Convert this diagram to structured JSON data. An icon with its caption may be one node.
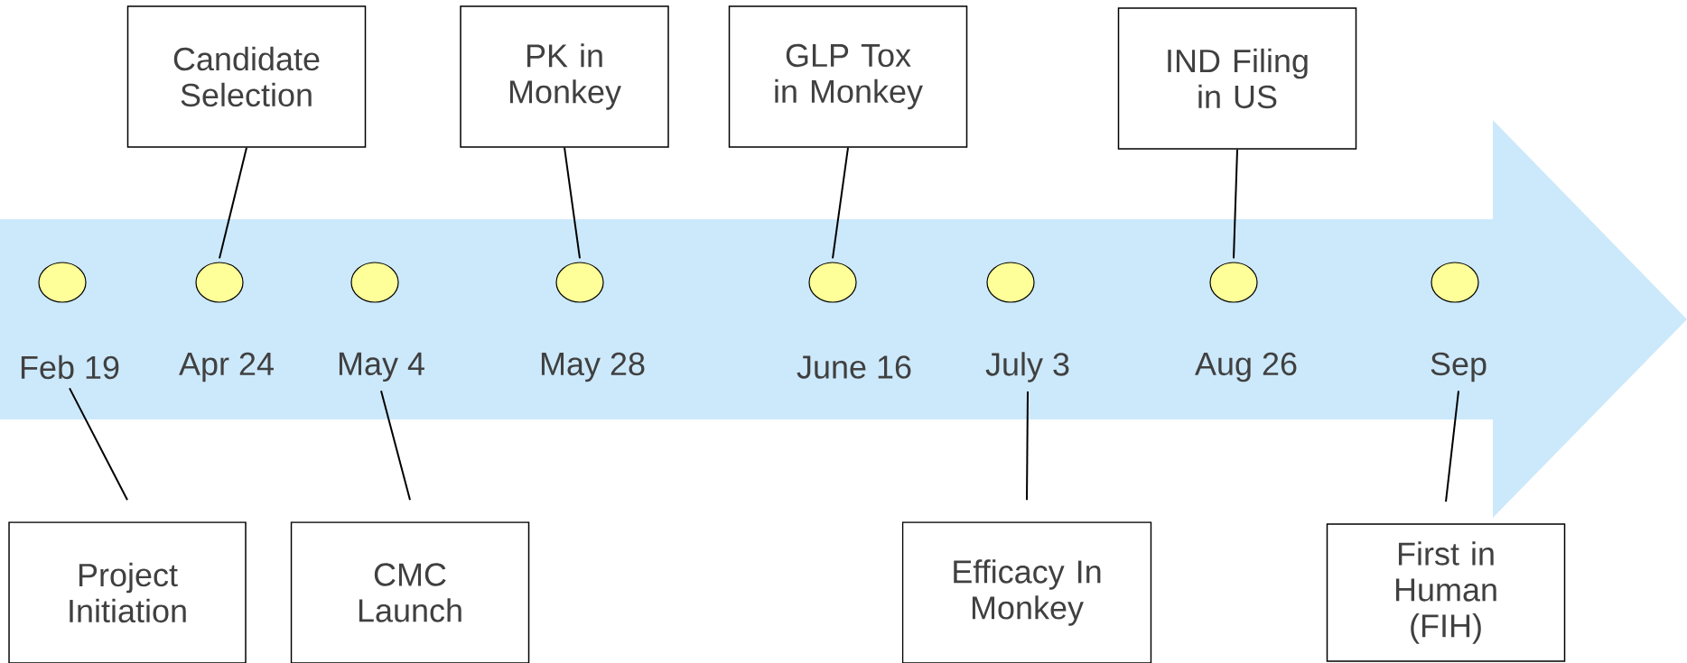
{
  "diagram": {
    "nodes": [
      {
        "text": [
          "Candidate Selection"
        ]
      },
      {
        "text": [
          "PK in Monkey"
        ]
      },
      {
        "text": [
          "GLP Tox in Monkey"
        ]
      },
      {
        "text": [
          "IND Filing in US"
        ]
      },
      {
        "text": [],
        "shape": "circle"
      },
      {
        "text": [],
        "shape": "circle"
      },
      {
        "text": [],
        "shape": "circle"
      },
      {
        "text": [],
        "shape": "circle"
      },
      {
        "text": [],
        "shape": "circle"
      },
      {
        "text": [],
        "shape": "circle"
      },
      {
        "text": [],
        "shape": "circle"
      },
      {
        "text": [],
        "shape": "circle"
      },
      {
        "text": [
          "Feb 19"
        ]
      },
      {
        "text": [
          "May 4"
        ]
      },
      {
        "text": [
          "July 3"
        ]
      },
      {
        "text": [
          "Sep"
        ]
      },
      {
        "text": [
          "Project Initiation"
        ]
      },
      {
        "text": [
          "CMC Launch"
        ]
      },
      {
        "text": [
          "Efficacy In Monkey"
        ]
      },
      {
        "text": [
          "First in Human (FIH)"
        ]
      }
    ],
    "edges": [
      {
        "from": 0,
        "to": 5,
        "arrow": "none"
      },
      {
        "from": 1,
        "to": 7,
        "arrow": "none"
      },
      {
        "from": 2,
        "to": 8,
        "arrow": "none"
      },
      {
        "from": 3,
        "to": 10,
        "arrow": "none"
      },
      {
        "from": 12,
        "to": 16,
        "arrow": "none"
      },
      {
        "from": 13,
        "to": 17,
        "arrow": "none"
      },
      {
        "from": 14,
        "to": 18,
        "arrow": "none"
      },
      {
        "from": 15,
        "to": 19,
        "arrow": "none"
      }
    ],
    "labels": [
      "Apr 24",
      "May 28",
      "June 16",
      "Aug 26"
    ]
  }
}
